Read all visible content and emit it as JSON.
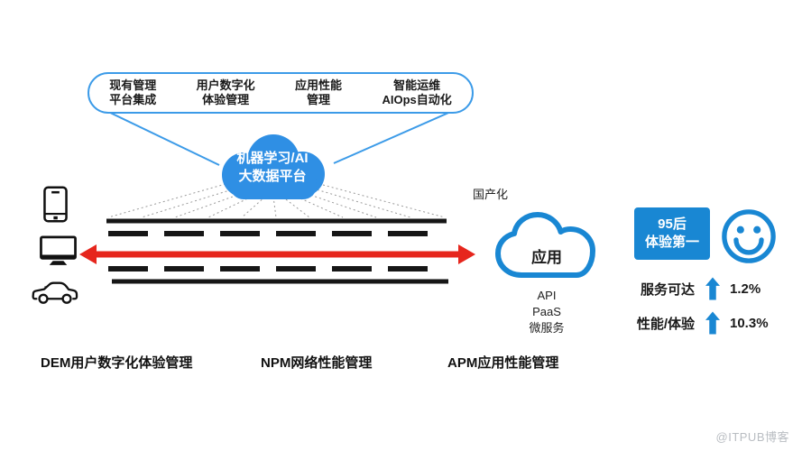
{
  "bubble": {
    "items": [
      {
        "line1": "现有管理",
        "line2": "平台集成"
      },
      {
        "line1": "用户数字化",
        "line2": "体验管理"
      },
      {
        "line1": "应用性能",
        "line2": "管理"
      },
      {
        "line1": "智能运维",
        "line2": "AIOps自动化"
      }
    ]
  },
  "ml_cloud": {
    "line1": "机器学习/AI",
    "line2": "大数据平台"
  },
  "right": {
    "domestic_label": "国产化",
    "app_cloud_label": "应用",
    "stack": [
      "API",
      "PaaS",
      "微服务"
    ]
  },
  "experience": {
    "badge_line1": "95后",
    "badge_line2": "体验第一",
    "stats": [
      {
        "label": "服务可达",
        "value": "1.2%"
      },
      {
        "label": "性能/体验",
        "value": "10.3%"
      }
    ]
  },
  "bottom_labels": [
    "DEM用户数字化体验管理",
    "NPM网络性能管理",
    "APM应用性能管理"
  ],
  "watermark": "@ITPUB博客",
  "icons": [
    "smartphone-icon",
    "monitor-icon",
    "car-icon",
    "smiley-face-icon",
    "up-arrow-icon",
    "cloud-icon"
  ],
  "colors": {
    "accent_blue": "#1987d3",
    "cloud_fill_blue": "#2f8fe4",
    "outline_blue": "#3c9be8",
    "arrow_red": "#e6261d",
    "ink": "#161616",
    "watermark_gray": "#b9bdc2"
  }
}
